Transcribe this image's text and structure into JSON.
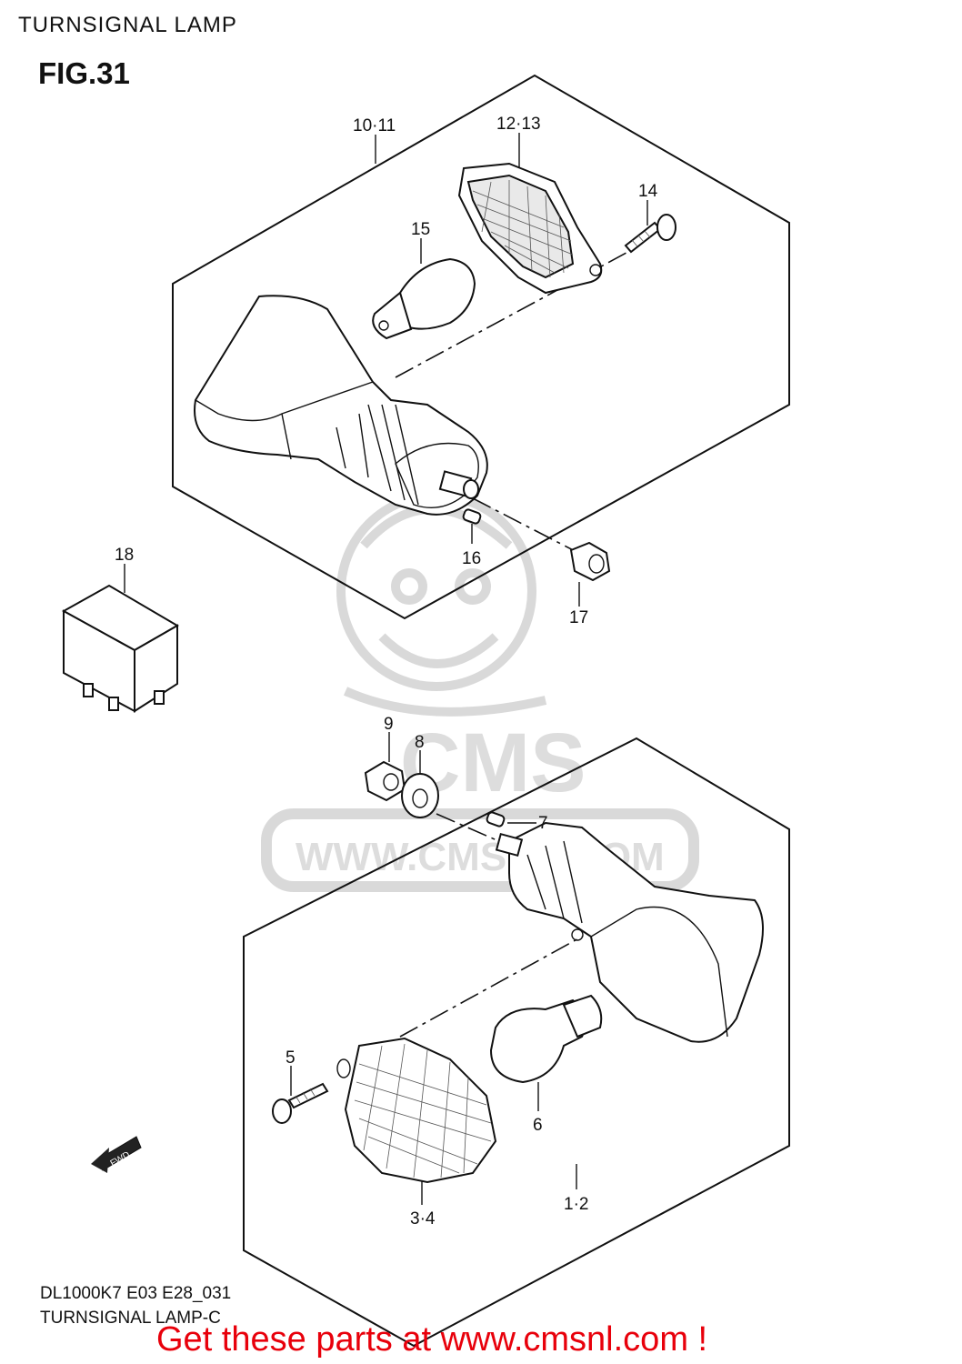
{
  "header": {
    "title": "TURNSIGNAL LAMP",
    "fig": "FIG.31"
  },
  "callouts": {
    "c10_11": "10·11",
    "c12_13": "12·13",
    "c14": "14",
    "c15": "15",
    "c16": "16",
    "c17": "17",
    "c18": "18",
    "c9": "9",
    "c8": "8",
    "c7": "7",
    "c5": "5",
    "c6": "6",
    "c3_4": "3·4",
    "c1_2": "1·2"
  },
  "direction_badge": "FWD",
  "watermark": {
    "logo": "CMS",
    "url": "WWW.CMSNL.COM"
  },
  "footer": {
    "code": "DL1000K7 E03 E28_031",
    "caption": "TURNSIGNAL LAMP-C",
    "cta": "Get these parts at www.cmsnl.com !"
  },
  "colors": {
    "cta": "#e8000b",
    "line": "#111111",
    "watermark": "#d9d9d9"
  }
}
